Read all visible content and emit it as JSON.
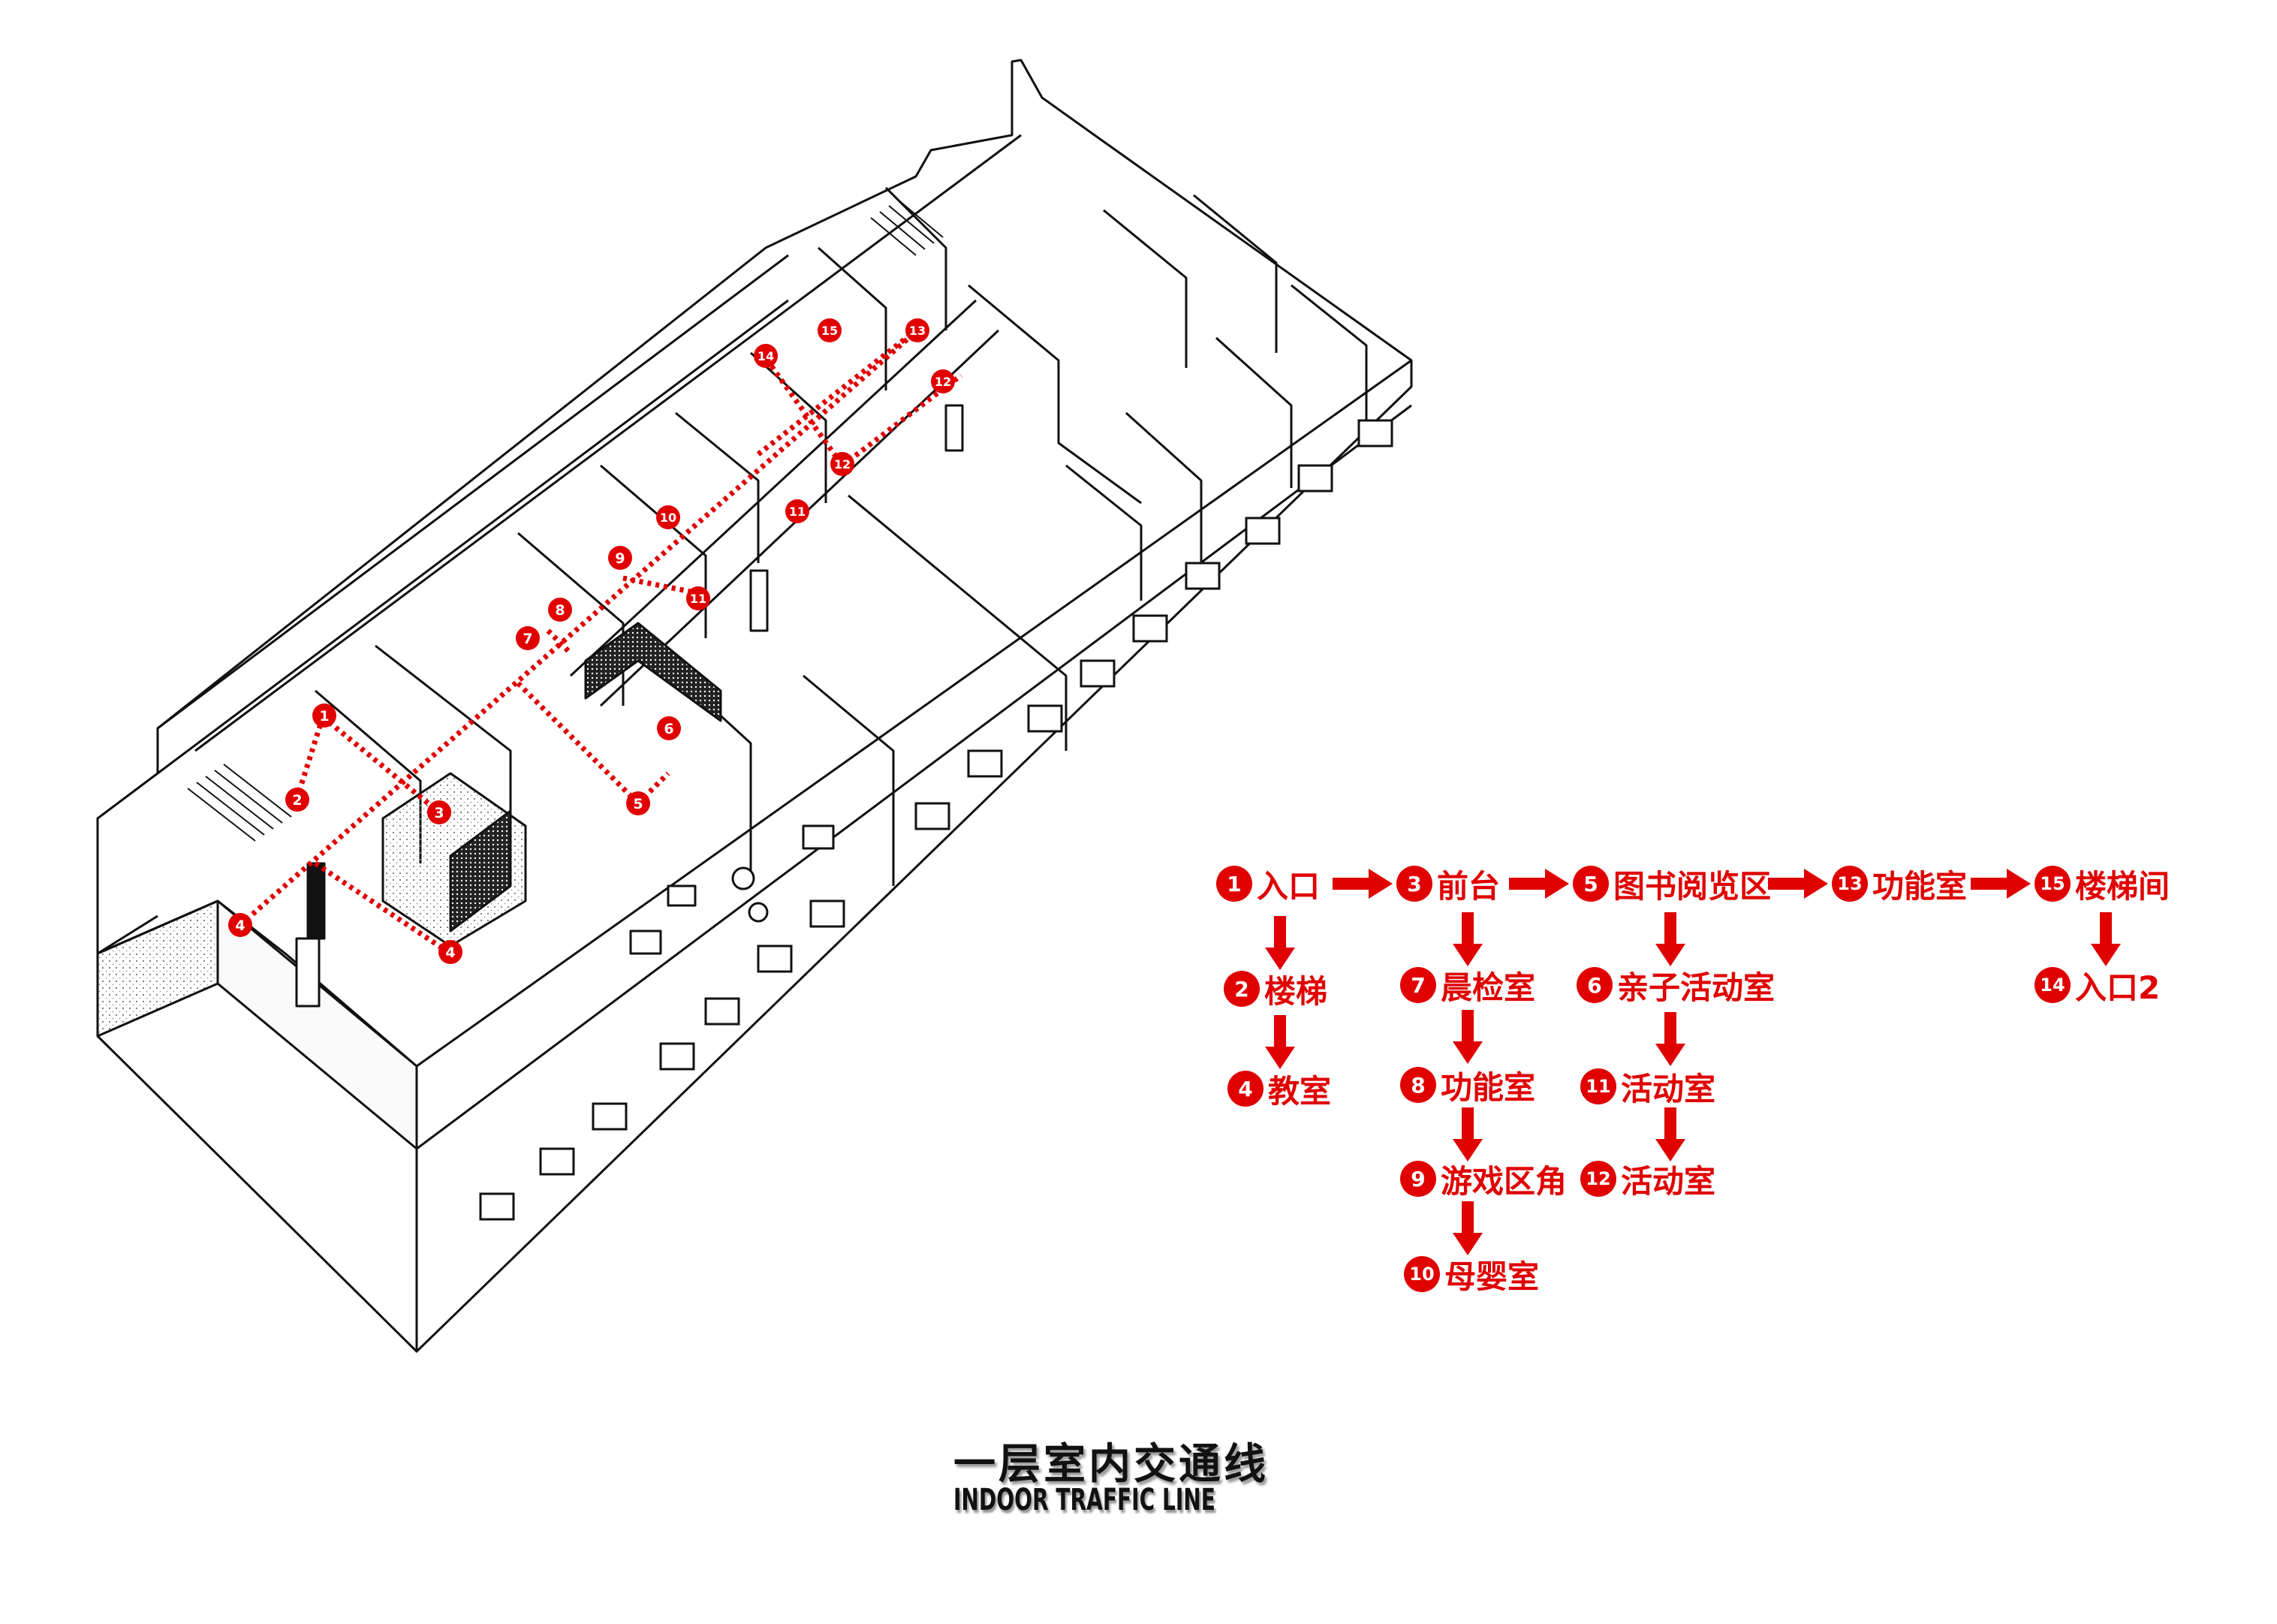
{
  "title": {
    "cn": "一层室内交通线",
    "en": "INDOOR TRAFFIC LINE"
  },
  "colors": {
    "accent": "#e00000",
    "line": "#111111"
  },
  "plan_markers": [
    {
      "n": "1"
    },
    {
      "n": "2"
    },
    {
      "n": "3"
    },
    {
      "n": "4"
    },
    {
      "n": "4"
    },
    {
      "n": "5"
    },
    {
      "n": "6"
    },
    {
      "n": "7"
    },
    {
      "n": "8"
    },
    {
      "n": "9"
    },
    {
      "n": "10"
    },
    {
      "n": "11"
    },
    {
      "n": "11"
    },
    {
      "n": "12"
    },
    {
      "n": "12"
    },
    {
      "n": "13"
    },
    {
      "n": "14"
    },
    {
      "n": "15"
    }
  ],
  "legend": {
    "row1": [
      {
        "num": "1",
        "label": "入口"
      },
      {
        "num": "3",
        "label": "前台"
      },
      {
        "num": "5",
        "label": "图书阅览区"
      },
      {
        "num": "13",
        "label": "功能室"
      },
      {
        "num": "15",
        "label": "楼梯间"
      }
    ],
    "col1": [
      {
        "num": "2",
        "label": "楼梯"
      },
      {
        "num": "4",
        "label": "教室"
      }
    ],
    "col2": [
      {
        "num": "7",
        "label": "晨检室"
      },
      {
        "num": "8",
        "label": "功能室"
      },
      {
        "num": "9",
        "label": "游戏区角"
      },
      {
        "num": "10",
        "label": "母婴室"
      }
    ],
    "col3": [
      {
        "num": "6",
        "label": "亲子活动室"
      },
      {
        "num": "11",
        "label": "活动室"
      },
      {
        "num": "12",
        "label": "活动室"
      }
    ],
    "col5": [
      {
        "num": "14",
        "label": "入口2"
      }
    ]
  }
}
